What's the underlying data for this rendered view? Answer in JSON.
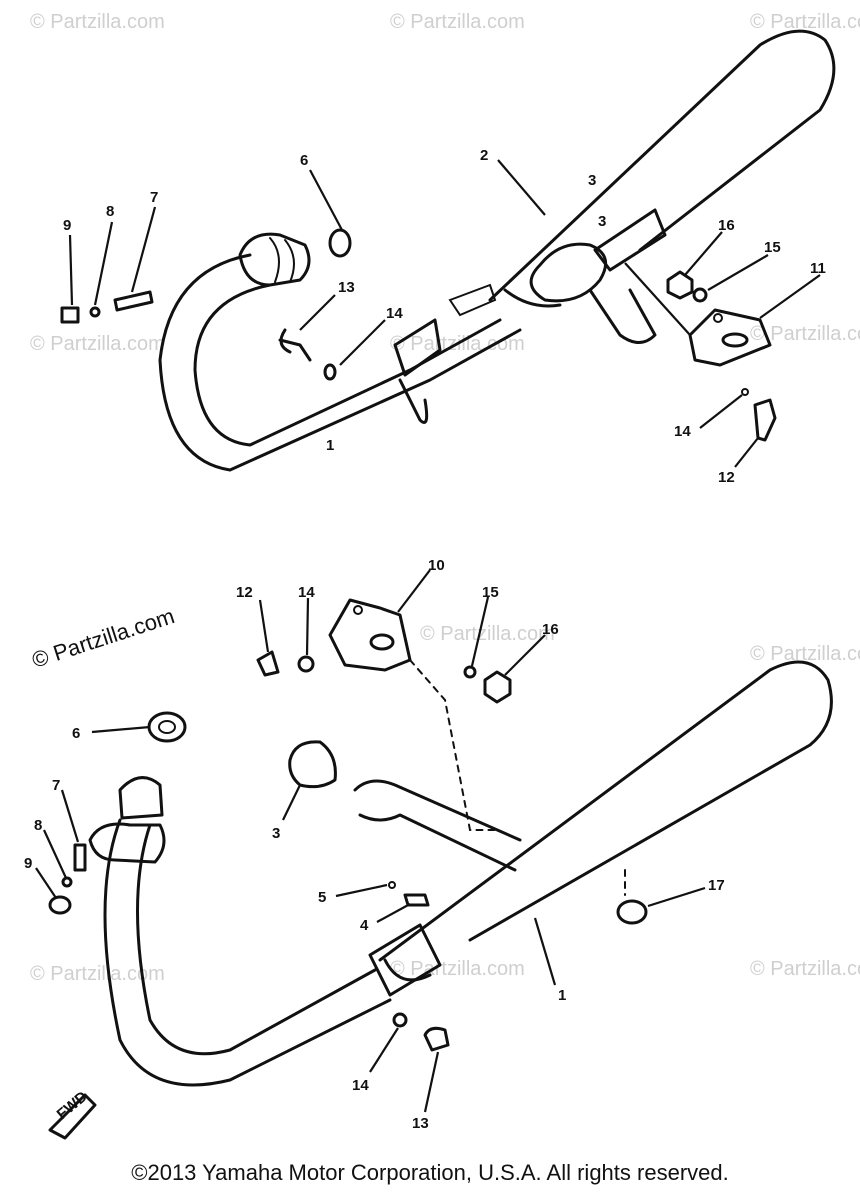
{
  "watermark": "© Partzilla.com",
  "copyright": "©2013 Yamaha Motor Corporation, U.S.A. All rights reserved.",
  "fwd_label": "FWD",
  "upper_callouts": {
    "c1": "1",
    "c2": "2",
    "c3a": "3",
    "c3b": "3",
    "c6": "6",
    "c7": "7",
    "c8": "8",
    "c9": "9",
    "c11": "11",
    "c12": "12",
    "c13": "13",
    "c14a": "14",
    "c14b": "14",
    "c15": "15",
    "c16": "16"
  },
  "lower_callouts": {
    "c1": "1",
    "c3": "3",
    "c4": "4",
    "c5": "5",
    "c6": "6",
    "c7": "7",
    "c8": "8",
    "c9": "9",
    "c10": "10",
    "c12": "12",
    "c13": "13",
    "c14a": "14",
    "c14b": "14",
    "c15": "15",
    "c16": "16",
    "c17": "17"
  }
}
